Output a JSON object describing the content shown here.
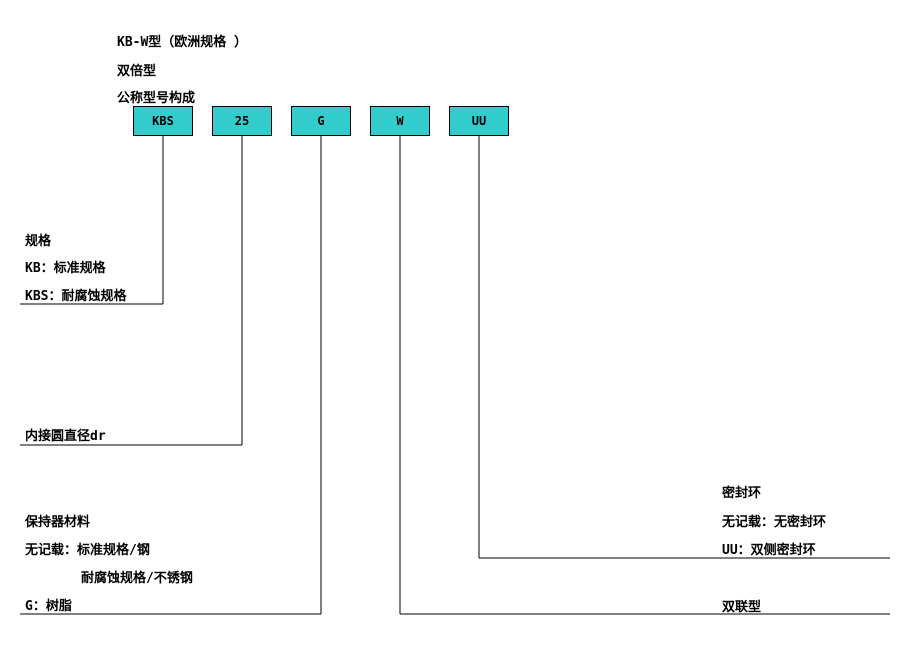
{
  "header": {
    "title": "KB-W型（欧洲规格 ）",
    "subtitle": "双倍型",
    "caption": "公称型号构成"
  },
  "boxes": [
    "KBS",
    "25",
    "G",
    "W",
    "UU"
  ],
  "box_color": "#33cccc",
  "groups": {
    "spec": [
      "规格",
      "KB：标准规格",
      "KBS：耐腐蚀规格"
    ],
    "diameter": [
      "内接圆直径dr"
    ],
    "retainer": [
      "保持器材料",
      "无记载：标准规格/钢",
      "耐腐蚀规格/不锈钢",
      "G：树脂"
    ],
    "seal": [
      "密封环",
      "无记载：无密封环",
      "UU：双侧密封环"
    ],
    "double": [
      "双联型"
    ]
  }
}
